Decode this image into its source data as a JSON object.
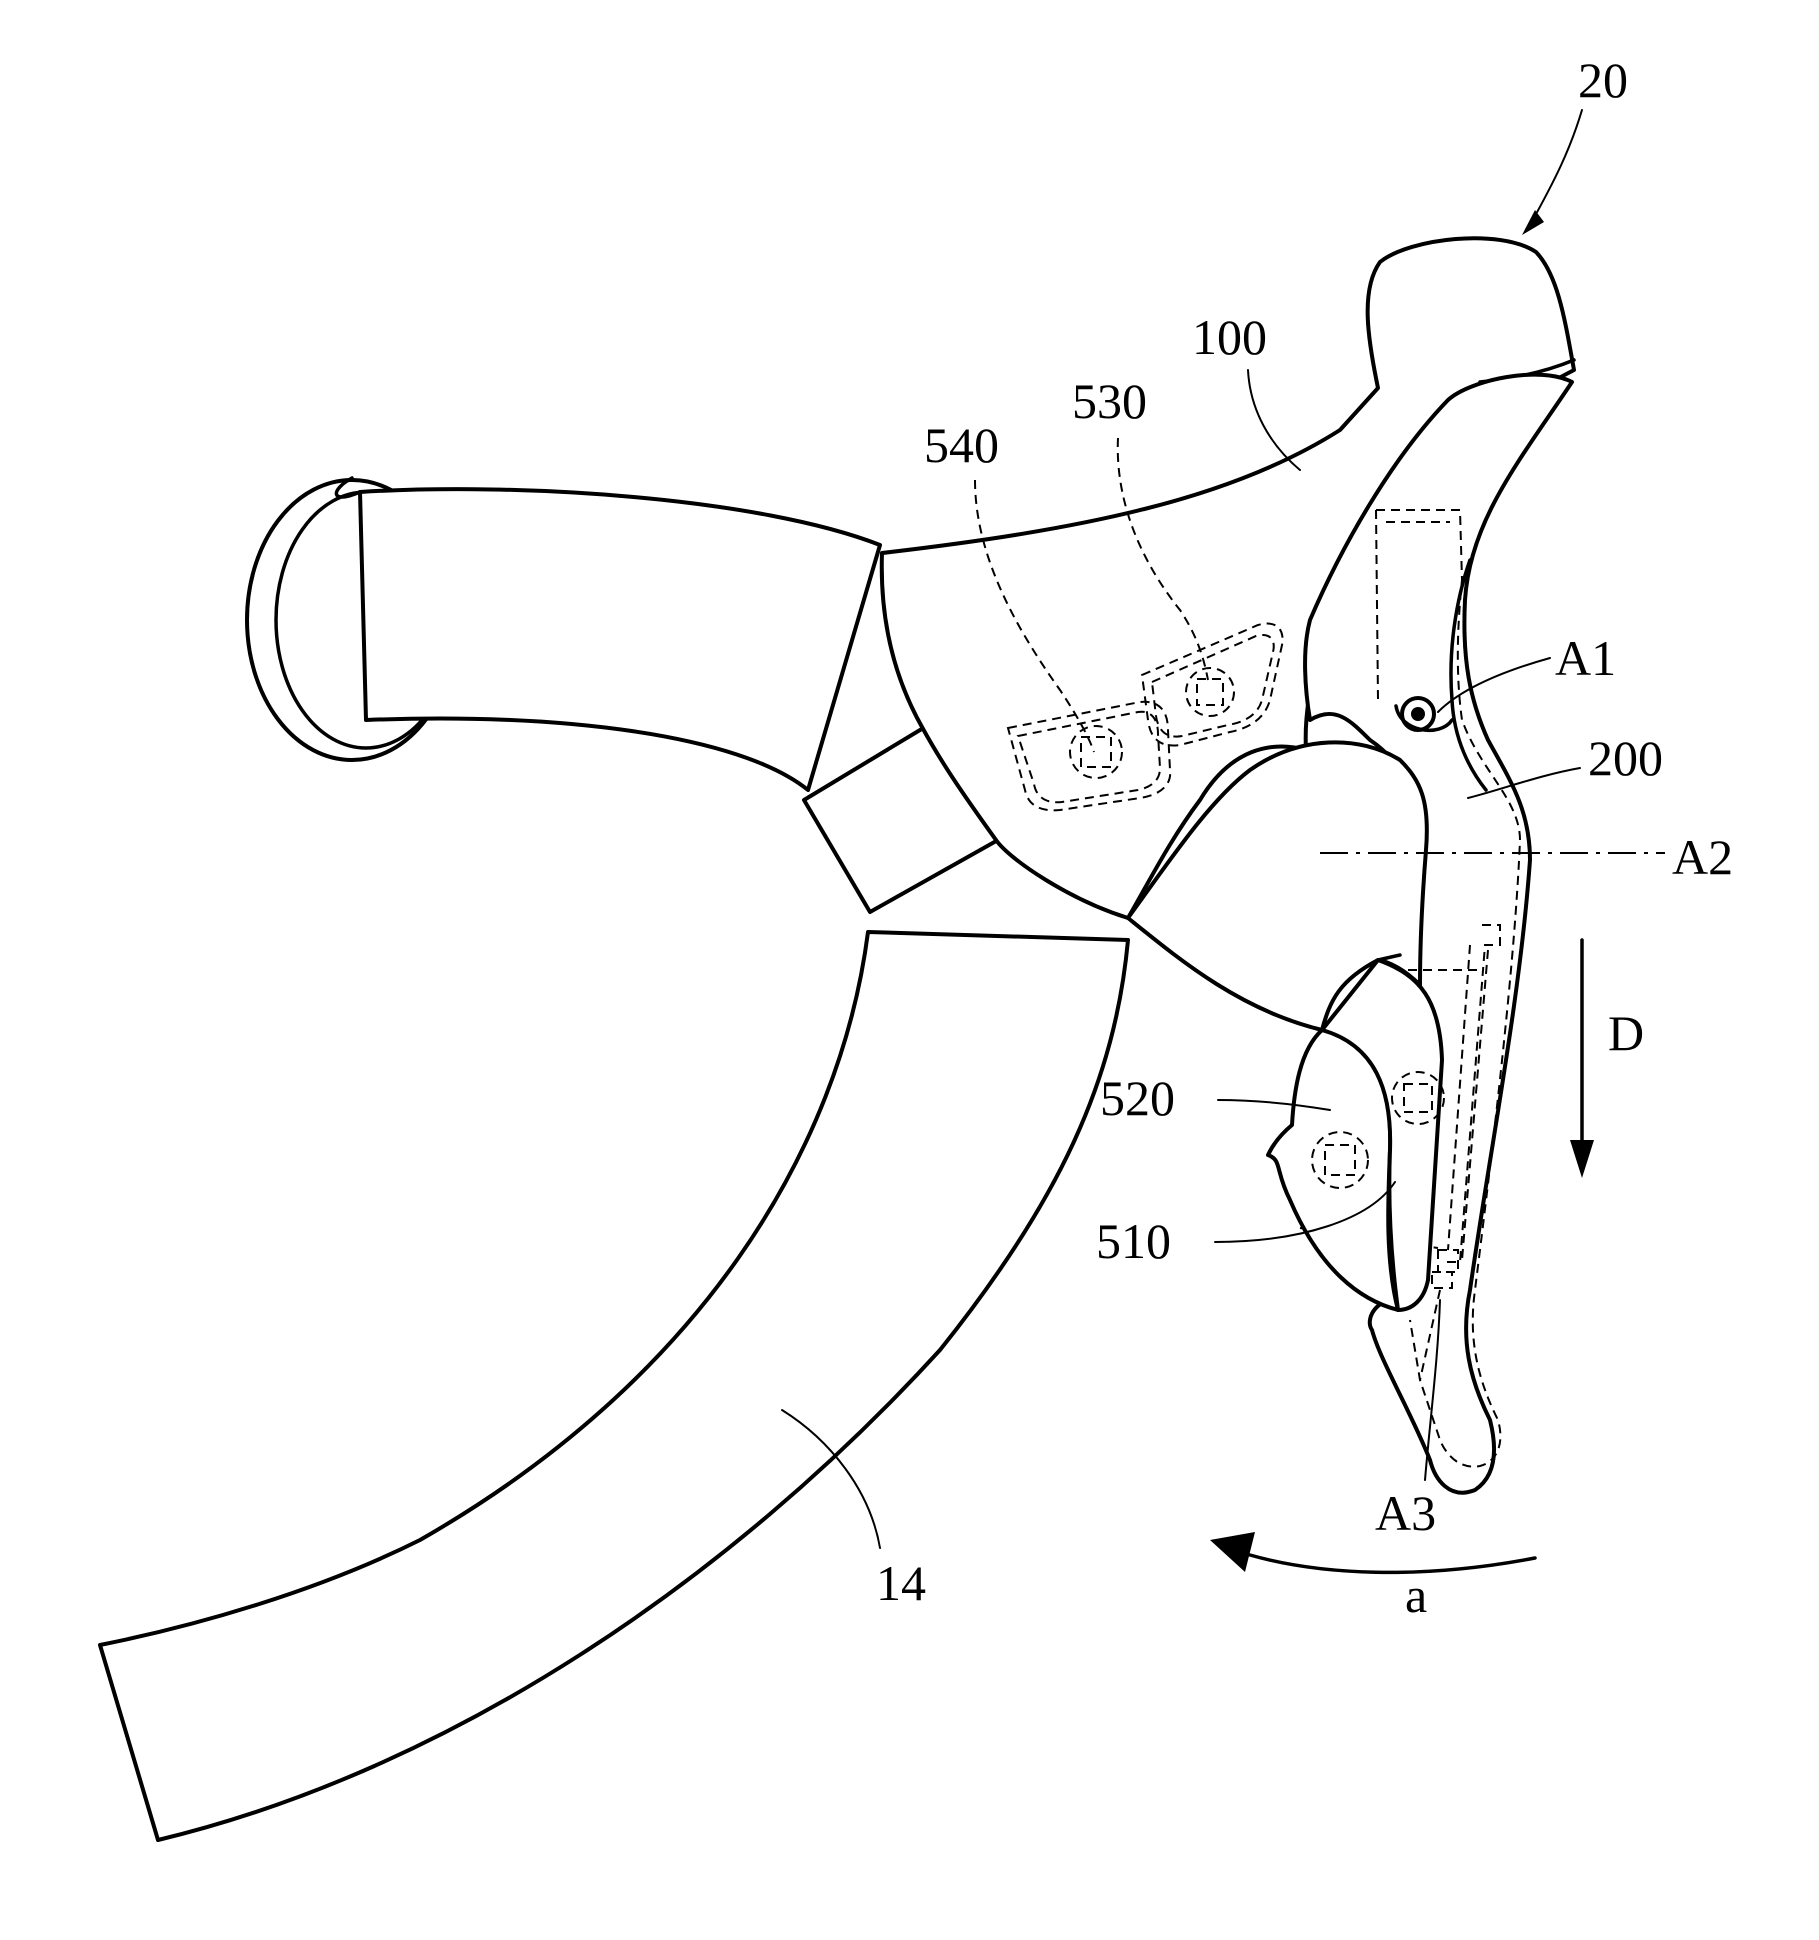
{
  "figure": {
    "labels": {
      "ref_20": "20",
      "ref_100": "100",
      "ref_530": "530",
      "ref_540": "540",
      "ref_A1": "A1",
      "ref_200": "200",
      "ref_A2": "A2",
      "ref_D": "D",
      "ref_520": "520",
      "ref_510": "510",
      "ref_A3": "A3",
      "ref_a": "a",
      "ref_14": "14"
    }
  }
}
